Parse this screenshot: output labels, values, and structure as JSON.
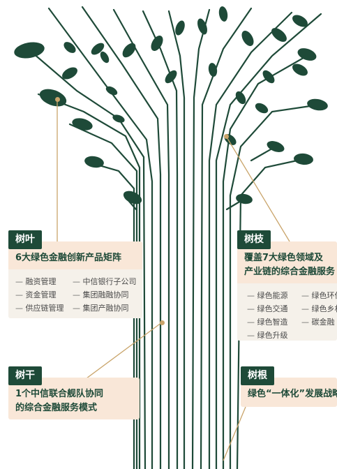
{
  "leaves": {
    "tag": "树叶",
    "title": "6大绿色金融创新产品矩阵",
    "items": [
      "融资管理",
      "中信银行子公司",
      "资金管理",
      "集团融融协同",
      "供应链管理",
      "集团产融协同"
    ]
  },
  "branches": {
    "tag": "树枝",
    "title_line1": "覆盖7大绿色领域及",
    "title_line2": "产业链的综合金融服务",
    "items": [
      "绿色能源",
      "绿色环保",
      "绿色交通",
      "绿色乡村",
      "绿色智造",
      "碳金融",
      "绿色升级"
    ]
  },
  "trunk": {
    "tag": "树干",
    "title_line1": "1个中信联合舰队协同",
    "title_line2": "的综合金融服务模式"
  },
  "roots": {
    "tag": "树根",
    "title": "绿色“一体化”发展战略"
  },
  "colors": {
    "tree": "#1e4a38",
    "accent_line": "#c9a46a",
    "card_bg": "#f5f1ea",
    "card_head": "#f9e7d8"
  }
}
